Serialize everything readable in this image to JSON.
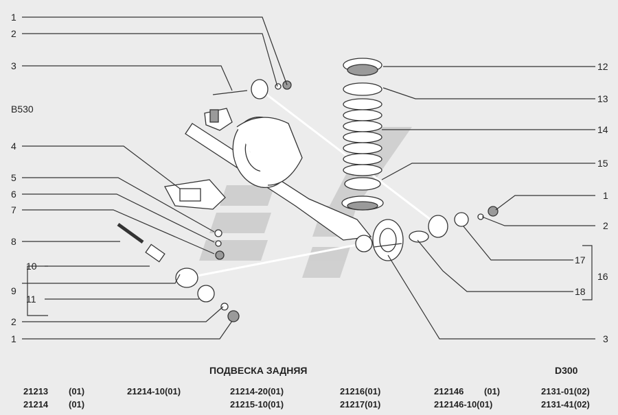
{
  "diagram": {
    "title": "ПОДВЕСКА ЗАДНЯЯ",
    "code": "D300",
    "reference_label": "В530",
    "callouts": {
      "left": [
        "1",
        "2",
        "3",
        "4",
        "5",
        "6",
        "7",
        "8",
        "10",
        "9",
        "11",
        "2",
        "1"
      ],
      "right": [
        "12",
        "13",
        "14",
        "15",
        "1",
        "2",
        "17",
        "16",
        "18",
        "3"
      ]
    }
  },
  "models": [
    {
      "row1": "21213",
      "row1_v": "(01)",
      "row2": "21214",
      "row2_v": "(01)"
    },
    {
      "row1": "21214-10(01)",
      "row2": ""
    },
    {
      "row1": "21214-20(01)",
      "row2": "21215-10(01)"
    },
    {
      "row1": "21216(01)",
      "row2": "21217(01)"
    },
    {
      "row1": "212146",
      "row1_v": "(01)",
      "row2": "212146-10(01)"
    },
    {
      "row1": "2131-01(02)",
      "row2": "2131-41(02)"
    }
  ],
  "colors": {
    "background": "#ececec",
    "line": "#333333",
    "watermark": "#c4c4c4"
  }
}
